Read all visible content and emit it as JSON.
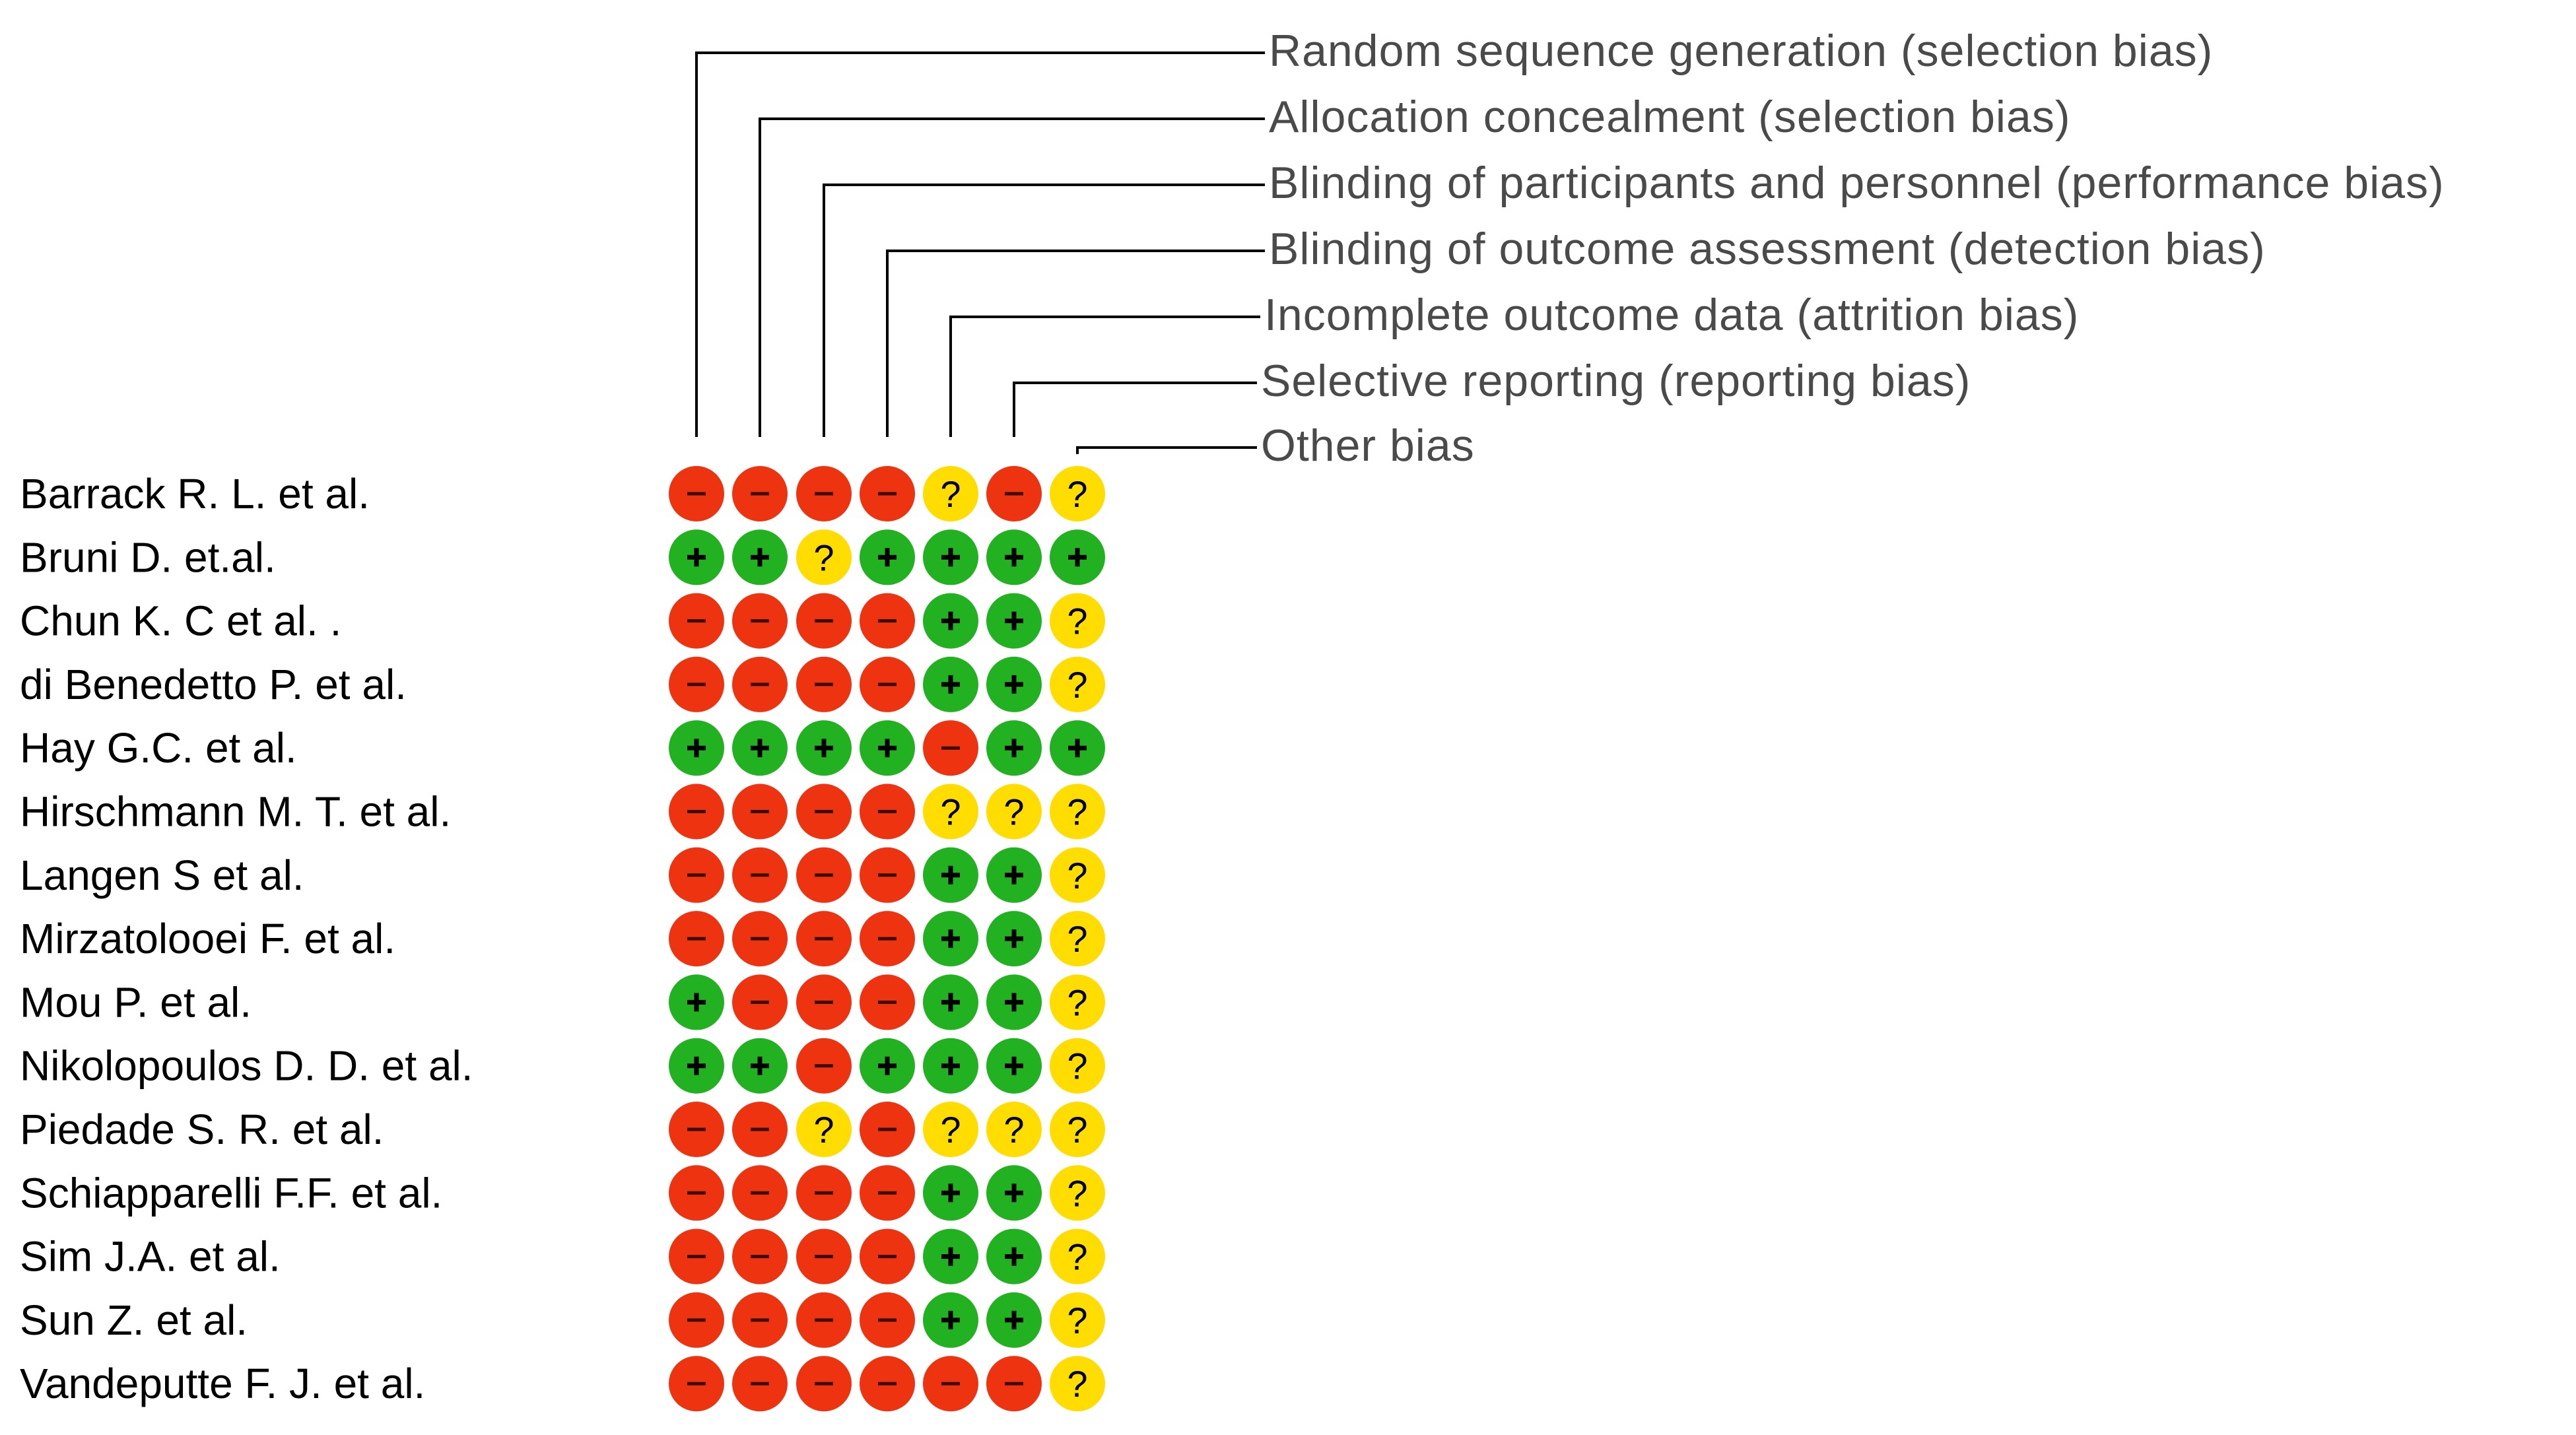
{
  "chart_data": {
    "type": "table",
    "columns": [
      "Random sequence generation (selection bias)",
      "Allocation concealment (selection bias)",
      "Blinding of participants and personnel (performance bias)",
      "Blinding of outcome assessment (detection bias)",
      "Incomplete outcome data (attrition bias)",
      "Selective reporting (reporting bias)",
      "Other bias"
    ],
    "rows": [
      "Barrack R. L. et al.",
      "Bruni D. et.al.",
      "Chun K. C et al. .",
      "di Benedetto P. et al.",
      "Hay G.C. et al.",
      "Hirschmann M. T. et al.",
      "Langen S et al.",
      "Mirzatolooei F. et al.",
      "Mou P. et al.",
      "Nikolopoulos D. D. et al.",
      "Piedade S. R. et al.",
      "Schiapparelli F.F. et al.",
      "Sim J.A. et al.",
      "Sun Z. et al.",
      "Vandeputte F. J. et al."
    ],
    "values": [
      [
        "-",
        "-",
        "-",
        "-",
        "?",
        "-",
        "?"
      ],
      [
        "+",
        "+",
        "?",
        "+",
        "+",
        "+",
        "+"
      ],
      [
        "-",
        "-",
        "-",
        "-",
        "+",
        "+",
        "?"
      ],
      [
        "-",
        "-",
        "-",
        "-",
        "+",
        "+",
        "?"
      ],
      [
        "+",
        "+",
        "+",
        "+",
        "-",
        "+",
        "+"
      ],
      [
        "-",
        "-",
        "-",
        "-",
        "?",
        "?",
        "?"
      ],
      [
        "-",
        "-",
        "-",
        "-",
        "+",
        "+",
        "?"
      ],
      [
        "-",
        "-",
        "-",
        "-",
        "+",
        "+",
        "?"
      ],
      [
        "+",
        "-",
        "-",
        "-",
        "+",
        "+",
        "?"
      ],
      [
        "+",
        "+",
        "-",
        "+",
        "+",
        "+",
        "?"
      ],
      [
        "-",
        "-",
        "?",
        "-",
        "?",
        "?",
        "?"
      ],
      [
        "-",
        "-",
        "-",
        "-",
        "+",
        "+",
        "?"
      ],
      [
        "-",
        "-",
        "-",
        "-",
        "+",
        "+",
        "?"
      ],
      [
        "-",
        "-",
        "-",
        "-",
        "+",
        "+",
        "?"
      ],
      [
        "-",
        "-",
        "-",
        "-",
        "-",
        "-",
        "?"
      ]
    ],
    "symbols": {
      "+": "+",
      "-": "–",
      "?": "?"
    },
    "colors": {
      "+": "#22b120",
      "-": "#ee3311",
      "?": "#ffdd00"
    }
  }
}
